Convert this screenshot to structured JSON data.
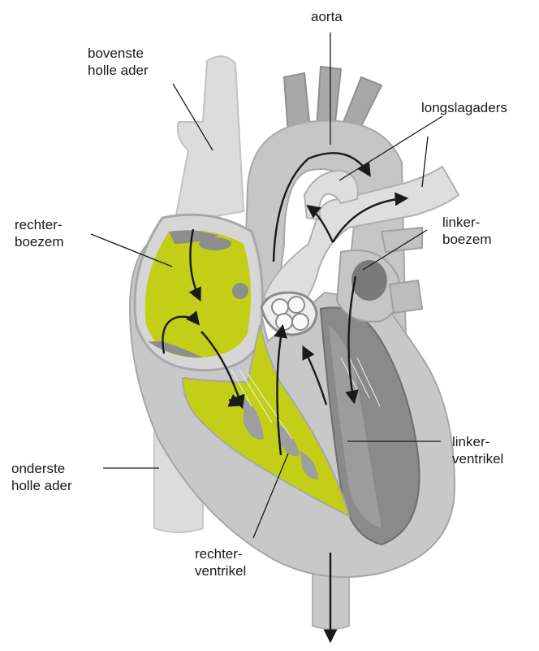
{
  "labels": {
    "aorta": "aorta",
    "bovenste_holle_ader": [
      "bovenste",
      "holle ader"
    ],
    "longslagaders": "longslagaders",
    "rechterboezem": [
      "rechter-",
      "boezem"
    ],
    "linkerboezem": [
      "linker-",
      "boezem"
    ],
    "onderste_holle_ader": [
      "onderste",
      "holle ader"
    ],
    "linkerventrikel": [
      "linker-",
      "ventrikel"
    ],
    "rechterventrikel": [
      "rechter-",
      "ventrikel"
    ]
  },
  "colors": {
    "light_gray": "#dcdcdc",
    "mid_gray": "#c4c4c4",
    "dark_gray": "#9a9a9a",
    "chamber_dark": "#7e7e7e",
    "yellow_green": "#c2cf16",
    "arrow": "#1a1a1a"
  }
}
